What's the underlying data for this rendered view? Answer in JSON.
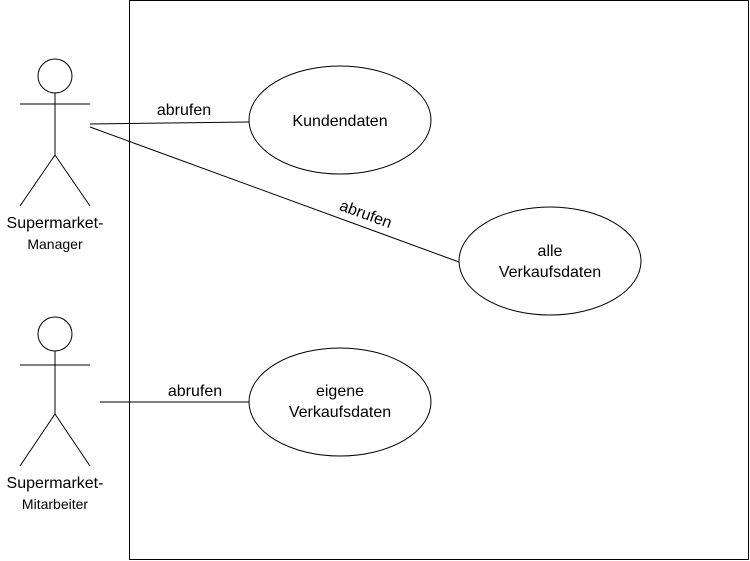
{
  "diagram": {
    "actors": [
      {
        "id": "manager",
        "name_line1": "Supermarket-",
        "name_line2": "Manager"
      },
      {
        "id": "mitarbeiter",
        "name_line1": "Supermarket-",
        "name_line2": "Mitarbeiter"
      }
    ],
    "use_cases": [
      {
        "id": "kundendaten",
        "line1": "Kundendaten",
        "line2": ""
      },
      {
        "id": "alle-verkaufsdaten",
        "line1": "alle",
        "line2": "Verkaufsdaten"
      },
      {
        "id": "eigene-verkaufsdaten",
        "line1": "eigene",
        "line2": "Verkaufsdaten"
      }
    ],
    "associations": [
      {
        "from": "manager",
        "to": "kundendaten",
        "label": "abrufen"
      },
      {
        "from": "manager",
        "to": "alle-verkaufsdaten",
        "label": "abrufen"
      },
      {
        "from": "mitarbeiter",
        "to": "eigene-verkaufsdaten",
        "label": "abrufen"
      }
    ],
    "colors": {
      "stroke": "#000000",
      "fill": "#ffffff"
    }
  }
}
